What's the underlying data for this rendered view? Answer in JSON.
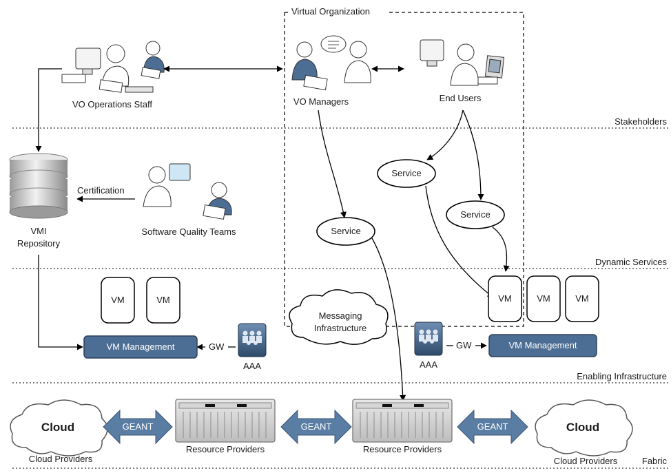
{
  "title": "Virtual Organization",
  "layers": {
    "stakeholders": "Stakeholders",
    "dynamic_services": "Dynamic Services",
    "enabling_infrastructure": "Enabling Infrastructure",
    "fabric": "Fabric"
  },
  "actors": {
    "vo_ops": "VO Operations Staff",
    "vo_managers": "VO Managers",
    "end_users": "End Users",
    "sqt": "Software Quality Teams"
  },
  "repository": {
    "line1": "VMI",
    "line2": "Repository"
  },
  "certification": "Certification",
  "services": {
    "left": "Service",
    "mid": "Service",
    "right": "Service"
  },
  "vm": {
    "label": "VM"
  },
  "vm_management": "VM Management",
  "gw": "GW",
  "aaa": "AAA",
  "messaging": {
    "line1": "Messaging",
    "line2": "Infrastructure"
  },
  "cloud": {
    "label": "Cloud",
    "providers": "Cloud Providers"
  },
  "geant": "GEANT",
  "resource_providers": "Resource Providers",
  "colors": {
    "accent": "#4d6e94",
    "arrow": "#5a7da3",
    "border": "#000000"
  }
}
